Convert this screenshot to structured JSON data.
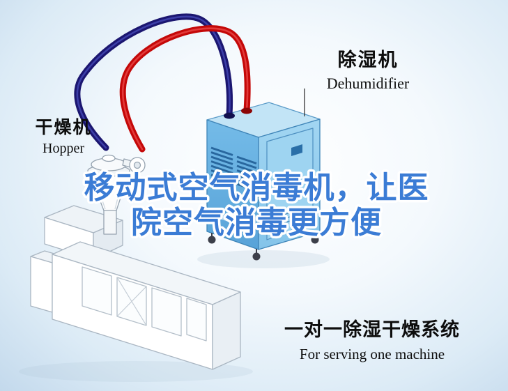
{
  "headline": {
    "line1": "移动式空气消毒机，让医",
    "line2": "院空气消毒更方便"
  },
  "labels": {
    "dehumidifier": {
      "cn": "除湿机",
      "en": "Dehumidifier"
    },
    "hopper": {
      "cn": "干燥机",
      "en": "Hopper"
    },
    "system": {
      "cn": "一对一除湿干燥系统",
      "en": "For serving one machine"
    }
  },
  "colors": {
    "headline_blue": "#3b7cd5",
    "pipe_red": "#c40808",
    "pipe_navy": "#1b1670",
    "machine_blue": "#66b0e0",
    "background_tint": "#c3d9ec"
  }
}
